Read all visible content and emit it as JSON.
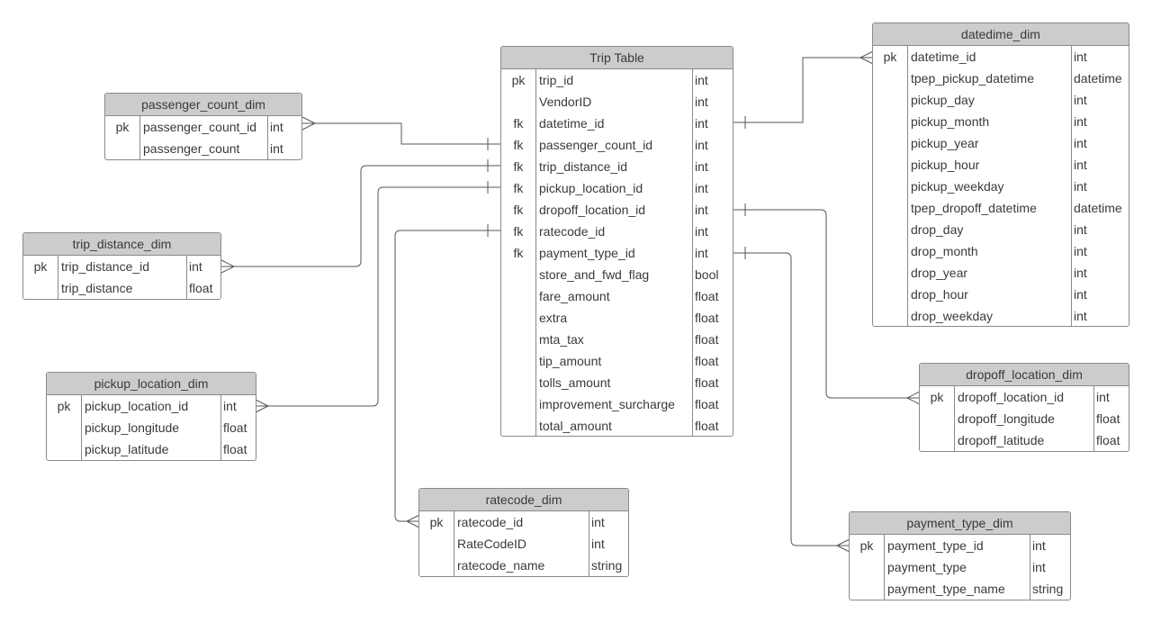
{
  "entities": {
    "trip": {
      "title": "Trip Table",
      "rows": [
        {
          "key": "pk",
          "name": "trip_id",
          "type": "int"
        },
        {
          "key": "",
          "name": "VendorID",
          "type": "int"
        },
        {
          "key": "fk",
          "name": "datetime_id",
          "type": "int"
        },
        {
          "key": "fk",
          "name": "passenger_count_id",
          "type": "int"
        },
        {
          "key": "fk",
          "name": "trip_distance_id",
          "type": "int"
        },
        {
          "key": "fk",
          "name": "pickup_location_id",
          "type": "int"
        },
        {
          "key": "fk",
          "name": "dropoff_location_id",
          "type": "int"
        },
        {
          "key": "fk",
          "name": "ratecode_id",
          "type": "int"
        },
        {
          "key": "fk",
          "name": "payment_type_id",
          "type": "int"
        },
        {
          "key": "",
          "name": "store_and_fwd_flag",
          "type": "bool"
        },
        {
          "key": "",
          "name": "fare_amount",
          "type": "float"
        },
        {
          "key": "",
          "name": "extra",
          "type": "float"
        },
        {
          "key": "",
          "name": "mta_tax",
          "type": "float"
        },
        {
          "key": "",
          "name": "tip_amount",
          "type": "float"
        },
        {
          "key": "",
          "name": "tolls_amount",
          "type": "float"
        },
        {
          "key": "",
          "name": "improvement_surcharge",
          "type": "float"
        },
        {
          "key": "",
          "name": "total_amount",
          "type": "float"
        }
      ]
    },
    "passenger": {
      "title": "passenger_count_dim",
      "rows": [
        {
          "key": "pk",
          "name": "passenger_count_id",
          "type": "int"
        },
        {
          "key": "",
          "name": "passenger_count",
          "type": "int"
        }
      ]
    },
    "distance": {
      "title": "trip_distance_dim",
      "rows": [
        {
          "key": "pk",
          "name": "trip_distance_id",
          "type": "int"
        },
        {
          "key": "",
          "name": "trip_distance",
          "type": "float"
        }
      ]
    },
    "pickup": {
      "title": "pickup_location_dim",
      "rows": [
        {
          "key": "pk",
          "name": "pickup_location_id",
          "type": "int"
        },
        {
          "key": "",
          "name": "pickup_longitude",
          "type": "float"
        },
        {
          "key": "",
          "name": "pickup_latitude",
          "type": "float"
        }
      ]
    },
    "ratecode": {
      "title": "ratecode_dim",
      "rows": [
        {
          "key": "pk",
          "name": "ratecode_id",
          "type": "int"
        },
        {
          "key": "",
          "name": "RateCodeID",
          "type": "int"
        },
        {
          "key": "",
          "name": "ratecode_name",
          "type": "string"
        }
      ]
    },
    "datetime": {
      "title": "datedime_dim",
      "rows": [
        {
          "key": "pk",
          "name": "datetime_id",
          "type": "int"
        },
        {
          "key": "",
          "name": "tpep_pickup_datetime",
          "type": "datetime"
        },
        {
          "key": "",
          "name": "pickup_day",
          "type": "int"
        },
        {
          "key": "",
          "name": "pickup_month",
          "type": "int"
        },
        {
          "key": "",
          "name": "pickup_year",
          "type": "int"
        },
        {
          "key": "",
          "name": "pickup_hour",
          "type": "int"
        },
        {
          "key": "",
          "name": "pickup_weekday",
          "type": "int"
        },
        {
          "key": "",
          "name": "tpep_dropoff_datetime",
          "type": "datetime"
        },
        {
          "key": "",
          "name": "drop_day",
          "type": "int"
        },
        {
          "key": "",
          "name": "drop_month",
          "type": "int"
        },
        {
          "key": "",
          "name": "drop_year",
          "type": "int"
        },
        {
          "key": "",
          "name": "drop_hour",
          "type": "int"
        },
        {
          "key": "",
          "name": "drop_weekday",
          "type": "int"
        }
      ]
    },
    "dropoff": {
      "title": "dropoff_location_dim",
      "rows": [
        {
          "key": "pk",
          "name": "dropoff_location_id",
          "type": "int"
        },
        {
          "key": "",
          "name": "dropoff_longitude",
          "type": "float"
        },
        {
          "key": "",
          "name": "dropoff_latitude",
          "type": "float"
        }
      ]
    },
    "payment": {
      "title": "payment_type_dim",
      "rows": [
        {
          "key": "pk",
          "name": "payment_type_id",
          "type": "int"
        },
        {
          "key": "",
          "name": "payment_type",
          "type": "int"
        },
        {
          "key": "",
          "name": "payment_type_name",
          "type": "string"
        }
      ]
    }
  },
  "relationships": [
    {
      "from": "trip.datetime_id",
      "to": "datetime.datetime_id",
      "cardinality": "one-to-many"
    },
    {
      "from": "trip.passenger_count_id",
      "to": "passenger.passenger_count_id",
      "cardinality": "one-to-many"
    },
    {
      "from": "trip.trip_distance_id",
      "to": "distance.trip_distance_id",
      "cardinality": "one-to-many"
    },
    {
      "from": "trip.pickup_location_id",
      "to": "pickup.pickup_location_id",
      "cardinality": "one-to-many"
    },
    {
      "from": "trip.dropoff_location_id",
      "to": "dropoff.dropoff_location_id",
      "cardinality": "one-to-many"
    },
    {
      "from": "trip.ratecode_id",
      "to": "ratecode.ratecode_id",
      "cardinality": "one-to-many"
    },
    {
      "from": "trip.payment_type_id",
      "to": "payment.payment_type_id",
      "cardinality": "one-to-many"
    }
  ],
  "colors": {
    "header": "#cccccc",
    "border": "#8a8a8a",
    "line": "#555555",
    "text": "#3a3a3a"
  }
}
